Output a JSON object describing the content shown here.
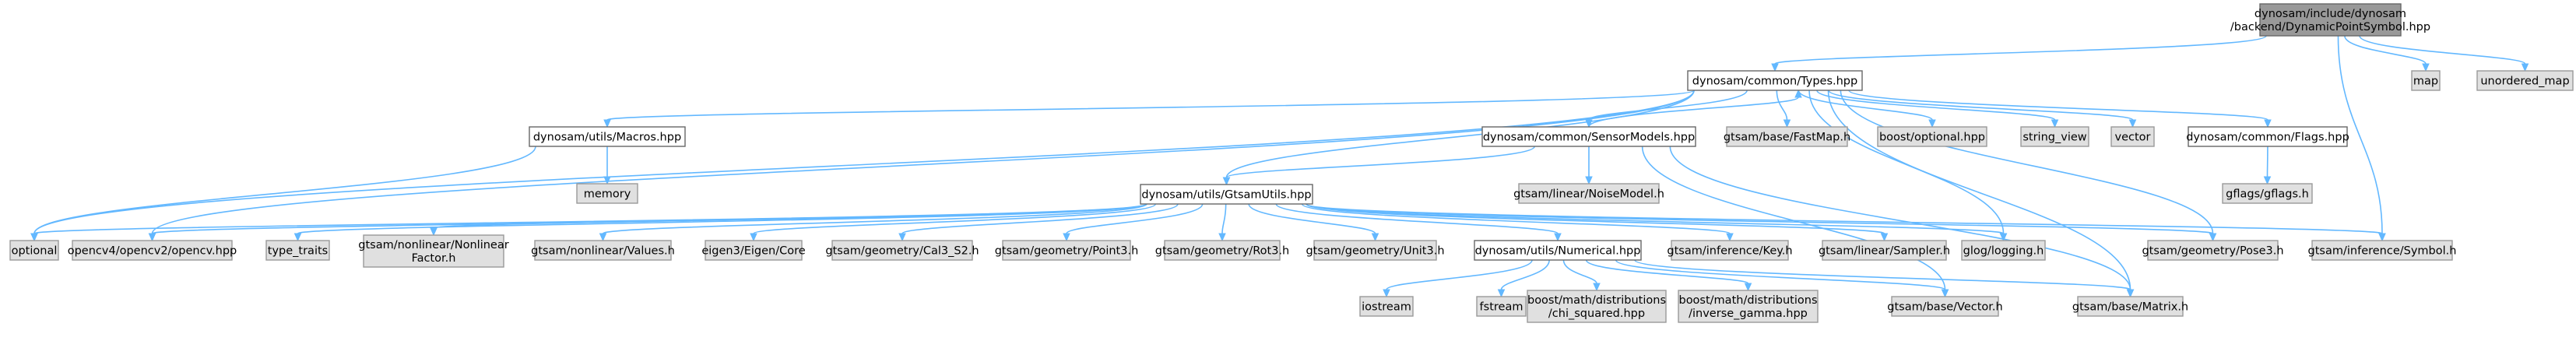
{
  "colors": {
    "root_fill": "#999999",
    "root_stroke": "#666666",
    "file_fill": "#ffffff",
    "file_stroke": "#666666",
    "external_fill": "#e0e0e0",
    "external_stroke": "#999999",
    "edge": "#63b8ff"
  },
  "nodes": [
    {
      "id": "root",
      "lines": [
        "dynosam/include/dynosam",
        "/backend/DynamicPointSymbol.hpp"
      ],
      "kind": "root"
    },
    {
      "id": "types",
      "lines": [
        "dynosam/common/Types.hpp"
      ],
      "kind": "file"
    },
    {
      "id": "map",
      "lines": [
        "map"
      ],
      "kind": "external"
    },
    {
      "id": "unordered_map",
      "lines": [
        "unordered_map"
      ],
      "kind": "external"
    },
    {
      "id": "macros",
      "lines": [
        "dynosam/utils/Macros.hpp"
      ],
      "kind": "file"
    },
    {
      "id": "sensormodels",
      "lines": [
        "dynosam/common/SensorModels.hpp"
      ],
      "kind": "file"
    },
    {
      "id": "fastmap",
      "lines": [
        "gtsam/base/FastMap.h"
      ],
      "kind": "external"
    },
    {
      "id": "boost_optional",
      "lines": [
        "boost/optional.hpp"
      ],
      "kind": "external"
    },
    {
      "id": "string_view",
      "lines": [
        "string_view"
      ],
      "kind": "external"
    },
    {
      "id": "vector",
      "lines": [
        "vector"
      ],
      "kind": "external"
    },
    {
      "id": "flags",
      "lines": [
        "dynosam/common/Flags.hpp"
      ],
      "kind": "file"
    },
    {
      "id": "memory",
      "lines": [
        "memory"
      ],
      "kind": "external"
    },
    {
      "id": "noisemodel",
      "lines": [
        "gtsam/linear/NoiseModel.h"
      ],
      "kind": "external"
    },
    {
      "id": "gflags",
      "lines": [
        "gflags/gflags.h"
      ],
      "kind": "external"
    },
    {
      "id": "gtsamutils",
      "lines": [
        "dynosam/utils/GtsamUtils.hpp"
      ],
      "kind": "file"
    },
    {
      "id": "optional",
      "lines": [
        "optional"
      ],
      "kind": "external"
    },
    {
      "id": "opencv",
      "lines": [
        "opencv4/opencv2/opencv.hpp"
      ],
      "kind": "external"
    },
    {
      "id": "type_traits",
      "lines": [
        "type_traits"
      ],
      "kind": "external"
    },
    {
      "id": "nonlinearfactor",
      "lines": [
        "gtsam/nonlinear/Nonlinear",
        "Factor.h"
      ],
      "kind": "external"
    },
    {
      "id": "values",
      "lines": [
        "gtsam/nonlinear/Values.h"
      ],
      "kind": "external"
    },
    {
      "id": "eigencore",
      "lines": [
        "eigen3/Eigen/Core"
      ],
      "kind": "external"
    },
    {
      "id": "cal3s2",
      "lines": [
        "gtsam/geometry/Cal3_S2.h"
      ],
      "kind": "external"
    },
    {
      "id": "point3",
      "lines": [
        "gtsam/geometry/Point3.h"
      ],
      "kind": "external"
    },
    {
      "id": "rot3",
      "lines": [
        "gtsam/geometry/Rot3.h"
      ],
      "kind": "external"
    },
    {
      "id": "unit3",
      "lines": [
        "gtsam/geometry/Unit3.h"
      ],
      "kind": "external"
    },
    {
      "id": "numerical",
      "lines": [
        "dynosam/utils/Numerical.hpp"
      ],
      "kind": "file"
    },
    {
      "id": "key",
      "lines": [
        "gtsam/inference/Key.h"
      ],
      "kind": "external"
    },
    {
      "id": "sampler",
      "lines": [
        "gtsam/linear/Sampler.h"
      ],
      "kind": "external"
    },
    {
      "id": "glog",
      "lines": [
        "glog/logging.h"
      ],
      "kind": "external"
    },
    {
      "id": "pose3",
      "lines": [
        "gtsam/geometry/Pose3.h"
      ],
      "kind": "external"
    },
    {
      "id": "symbol",
      "lines": [
        "gtsam/inference/Symbol.h"
      ],
      "kind": "external"
    },
    {
      "id": "iostream",
      "lines": [
        "iostream"
      ],
      "kind": "external"
    },
    {
      "id": "fstream",
      "lines": [
        "fstream"
      ],
      "kind": "external"
    },
    {
      "id": "chi_squared",
      "lines": [
        "boost/math/distributions",
        "/chi_squared.hpp"
      ],
      "kind": "external"
    },
    {
      "id": "inverse_gamma",
      "lines": [
        "boost/math/distributions",
        "/inverse_gamma.hpp"
      ],
      "kind": "external"
    },
    {
      "id": "gvector",
      "lines": [
        "gtsam/base/Vector.h"
      ],
      "kind": "external"
    },
    {
      "id": "gmatrix",
      "lines": [
        "gtsam/base/Matrix.h"
      ],
      "kind": "external"
    }
  ],
  "edges": [
    [
      "root",
      "types"
    ],
    [
      "root",
      "map"
    ],
    [
      "root",
      "unordered_map"
    ],
    [
      "root",
      "symbol"
    ],
    [
      "types",
      "macros"
    ],
    [
      "types",
      "sensormodels"
    ],
    [
      "types",
      "fastmap"
    ],
    [
      "types",
      "boost_optional"
    ],
    [
      "types",
      "string_view"
    ],
    [
      "types",
      "vector"
    ],
    [
      "types",
      "flags"
    ],
    [
      "types",
      "gtsamutils"
    ],
    [
      "types",
      "optional"
    ],
    [
      "types",
      "opencv"
    ],
    [
      "types",
      "pose3"
    ],
    [
      "types",
      "gmatrix"
    ],
    [
      "types",
      "glog"
    ],
    [
      "macros",
      "memory"
    ],
    [
      "macros",
      "optional"
    ],
    [
      "sensormodels",
      "types"
    ],
    [
      "sensormodels",
      "gtsamutils"
    ],
    [
      "sensormodels",
      "noisemodel"
    ],
    [
      "sensormodels",
      "gvector"
    ],
    [
      "sensormodels",
      "gmatrix"
    ],
    [
      "flags",
      "gflags"
    ],
    [
      "gtsamutils",
      "optional"
    ],
    [
      "gtsamutils",
      "opencv"
    ],
    [
      "gtsamutils",
      "type_traits"
    ],
    [
      "gtsamutils",
      "nonlinearfactor"
    ],
    [
      "gtsamutils",
      "values"
    ],
    [
      "gtsamutils",
      "eigencore"
    ],
    [
      "gtsamutils",
      "cal3s2"
    ],
    [
      "gtsamutils",
      "point3"
    ],
    [
      "gtsamutils",
      "rot3"
    ],
    [
      "gtsamutils",
      "unit3"
    ],
    [
      "gtsamutils",
      "numerical"
    ],
    [
      "gtsamutils",
      "key"
    ],
    [
      "gtsamutils",
      "sampler"
    ],
    [
      "gtsamutils",
      "glog"
    ],
    [
      "gtsamutils",
      "pose3"
    ],
    [
      "gtsamutils",
      "symbol"
    ],
    [
      "numerical",
      "iostream"
    ],
    [
      "numerical",
      "fstream"
    ],
    [
      "numerical",
      "chi_squared"
    ],
    [
      "numerical",
      "inverse_gamma"
    ],
    [
      "numerical",
      "gvector"
    ],
    [
      "numerical",
      "gmatrix"
    ]
  ]
}
